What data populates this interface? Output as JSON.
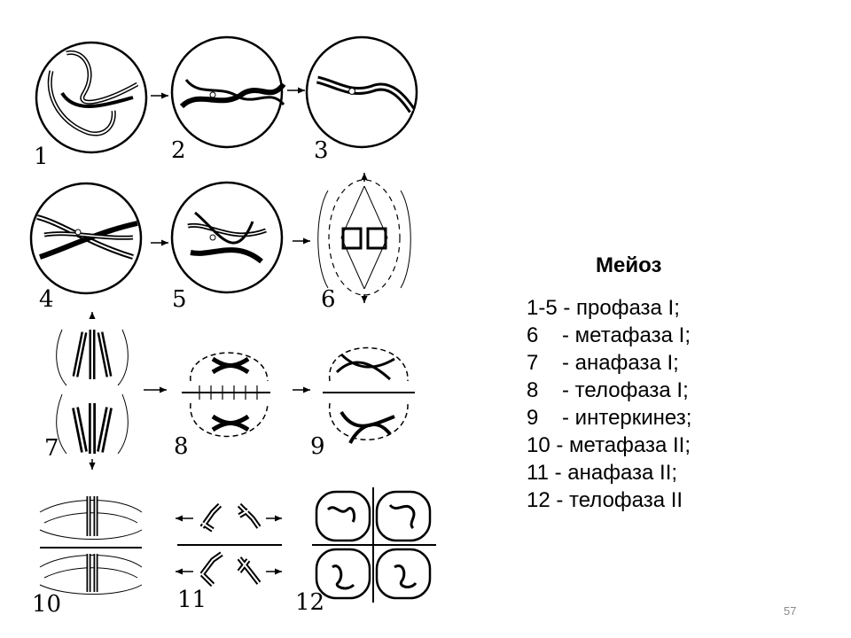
{
  "title": "Мейоз",
  "stages": [
    "1-5 - профаза I;",
    "6    - метафаза I;",
    "7    - анафаза I;",
    "8    - телофаза I;",
    "9    - интеркинез;",
    "10 - метафаза II;",
    "11 - анафаза II;",
    "12 - телофаза II"
  ],
  "panel_numbers": [
    "1",
    "2",
    "3",
    "4",
    "5",
    "6",
    "7",
    "8",
    "9",
    "10",
    "11",
    "12"
  ],
  "page_number": "57"
}
